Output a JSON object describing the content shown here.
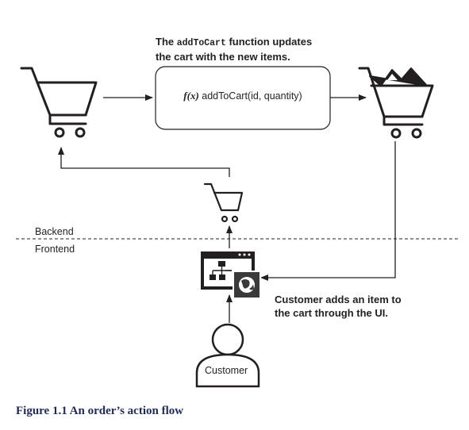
{
  "top_caption": {
    "prefix": "The ",
    "code": "addToCart",
    "suffix": " function updates",
    "line2": "the cart with the new items."
  },
  "function_box": {
    "fx": "f(x)",
    "call": " addToCart(id, quantity)"
  },
  "layers": {
    "backend": "Backend",
    "frontend": "Frontend"
  },
  "right_caption": {
    "line1": "Customer adds an item to",
    "line2": "the cart through the UI."
  },
  "actor": {
    "label": "Customer"
  },
  "figure_caption": "Figure 1.1 An order’s action flow",
  "icons": [
    "empty-cart-icon",
    "full-cart-icon",
    "small-cart-icon",
    "web-ui-icon",
    "globe-icon",
    "customer-icon"
  ],
  "colors": {
    "ink": "#231f20",
    "caption": "#1f2a5a",
    "background": "#ffffff"
  }
}
